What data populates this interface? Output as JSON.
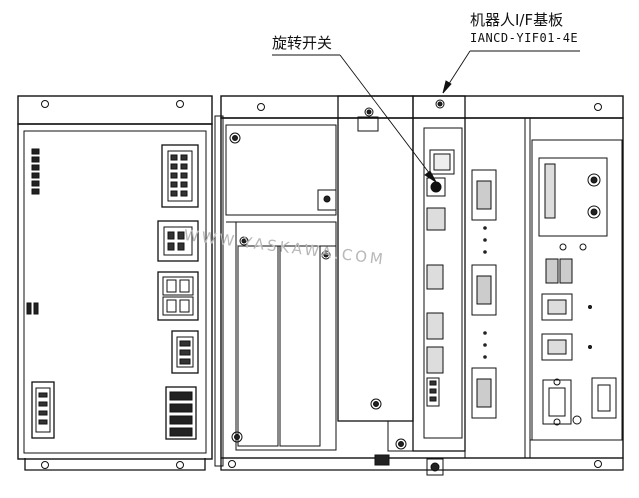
{
  "labels": {
    "rotary_switch": "旋转开关",
    "robot_if_board_cn": "机器人I/F基板",
    "robot_if_board_model": "IANCD-YIF01-4E"
  },
  "watermark": "WWW.YASKAWA.COM"
}
